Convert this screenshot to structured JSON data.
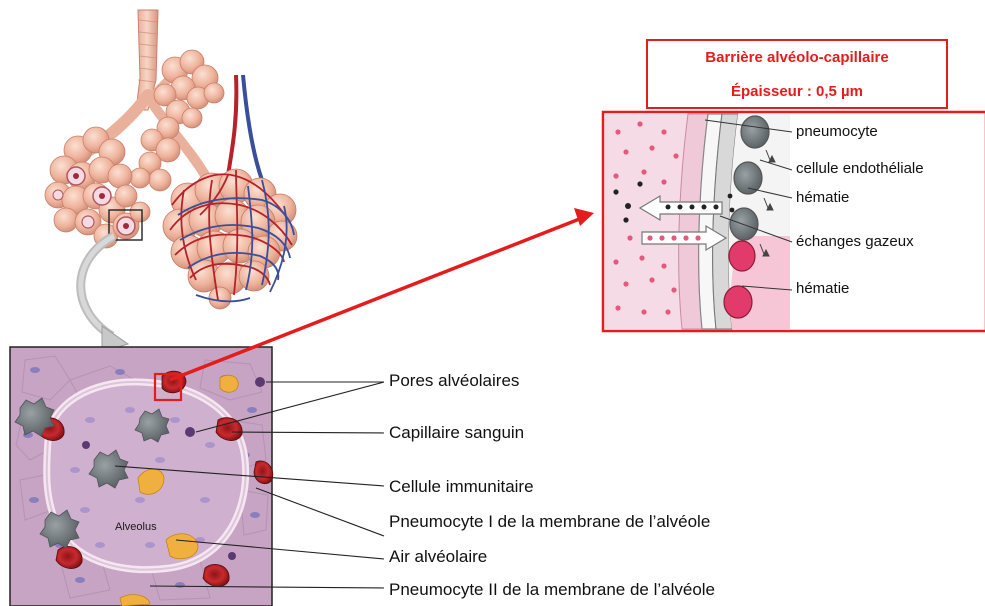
{
  "inset": {
    "title": "Barrière alvéolo-capillaire",
    "subtitle": "Épaisseur : 0,5 µm",
    "labels": [
      "pneumocyte",
      "cellule endothéliale",
      "hématie",
      "échanges gazeux",
      "hématie"
    ]
  },
  "alveolus_label": "Alveolus",
  "labels": [
    "Pores alvéolaires",
    "Capillaire sanguin",
    "Cellule immunitaire",
    "Pneumocyte I de la membrane de l’alvéole",
    "Air alvéolaire",
    "Pneumocyte II de la membrane de l’alvéole"
  ],
  "colors": {
    "accent": "#e41c1c",
    "blood": "#b01e22",
    "tissue": "#c9a8c6",
    "membrane": "#f4e4f0"
  }
}
